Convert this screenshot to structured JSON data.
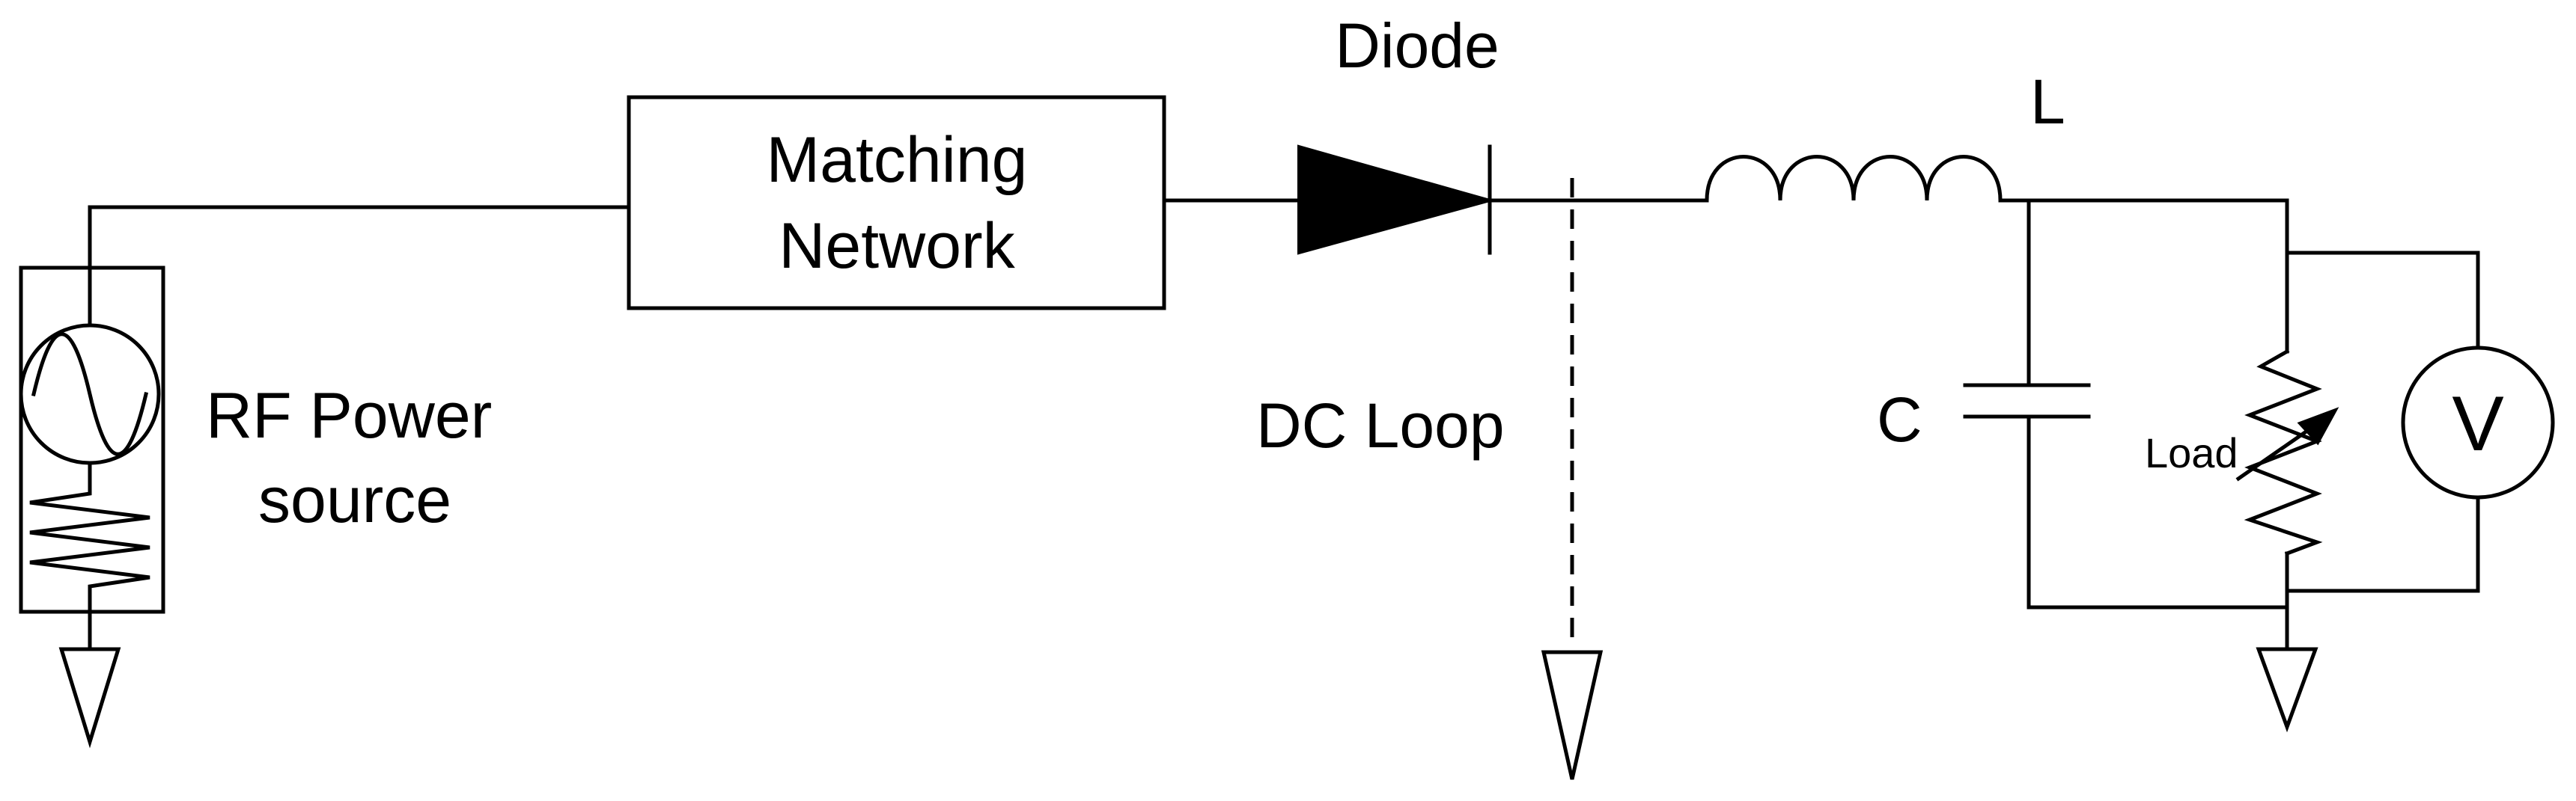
{
  "labels": {
    "rf_source_line1": "RF Power",
    "rf_source_line2": "source",
    "matching_line1": "Matching",
    "matching_line2": "Network",
    "diode": "Diode",
    "dc_loop": "DC Loop",
    "inductor": "L",
    "capacitor": "C",
    "load": "Load",
    "voltmeter": "V"
  }
}
